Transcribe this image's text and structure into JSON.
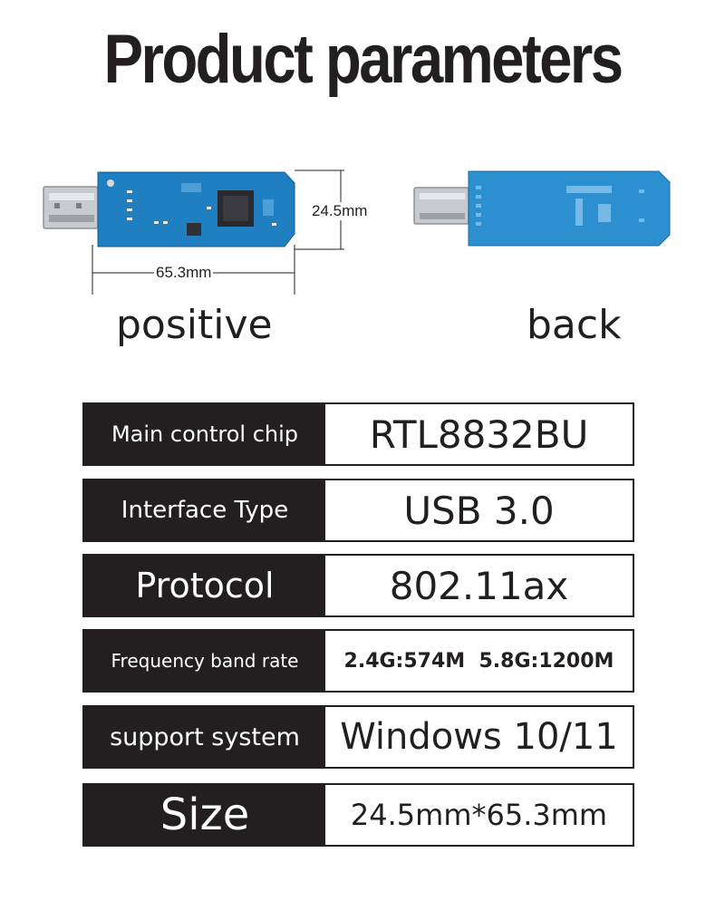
{
  "title": "Product parameters",
  "dimensions": {
    "height": "24.5mm",
    "length": "65.3mm"
  },
  "captions": {
    "front": "positive",
    "back": "back"
  },
  "specs": [
    {
      "label": "Main control chip",
      "value": "RTL8832BU"
    },
    {
      "label": "Interface Type",
      "value": "USB 3.0"
    },
    {
      "label": "Protocol",
      "value": "802.11ax"
    },
    {
      "label": "Frequency band rate",
      "value": "2.4G:574M  5.8G:1200M"
    },
    {
      "label": "support system",
      "value": "Windows 10/11"
    },
    {
      "label": "Size",
      "value": "24.5mm*65.3mm"
    }
  ],
  "colors": {
    "dark": "#231f20",
    "pcb_blue": "#1f7fc1",
    "connector_silver": "#b8bcc2"
  }
}
